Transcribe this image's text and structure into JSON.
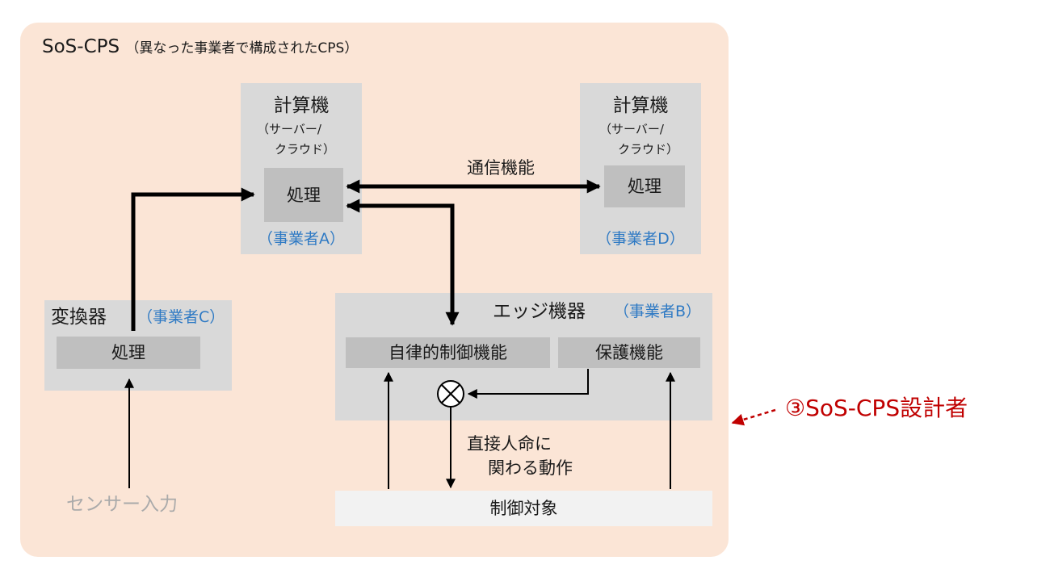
{
  "diagram": {
    "title": "SoS-CPS",
    "title_note": "（異なった事業者で構成されたCPS）",
    "computer_a": {
      "title": "計算機",
      "subtitle_1": "（サーバー/",
      "subtitle_2": "クラウド）",
      "process": "処理",
      "owner": "（事業者A）"
    },
    "computer_d": {
      "title": "計算機",
      "subtitle_1": "（サーバー/",
      "subtitle_2": "クラウド）",
      "process": "処理",
      "owner": "（事業者D）"
    },
    "comm_label": "通信機能",
    "converter": {
      "title": "変換器",
      "owner": "（事業者C）",
      "process": "処理"
    },
    "edge": {
      "title": "エッジ機器",
      "owner": "（事業者B）",
      "autonomous": "自律的制御機能",
      "protection": "保護機能"
    },
    "action_label_1": "直接人命に",
    "action_label_2": "関わる動作",
    "target": "制御対象",
    "sensor": "センサー入力",
    "designer": "③SoS-CPS設計者",
    "colors": {
      "panel": "#fbe5d6",
      "box": "#d9d9d9",
      "inner": "#bfbfbf",
      "owner_text": "#2f7ac4",
      "designer_text": "#c00000",
      "sensor_text": "#aaaaaa"
    }
  }
}
